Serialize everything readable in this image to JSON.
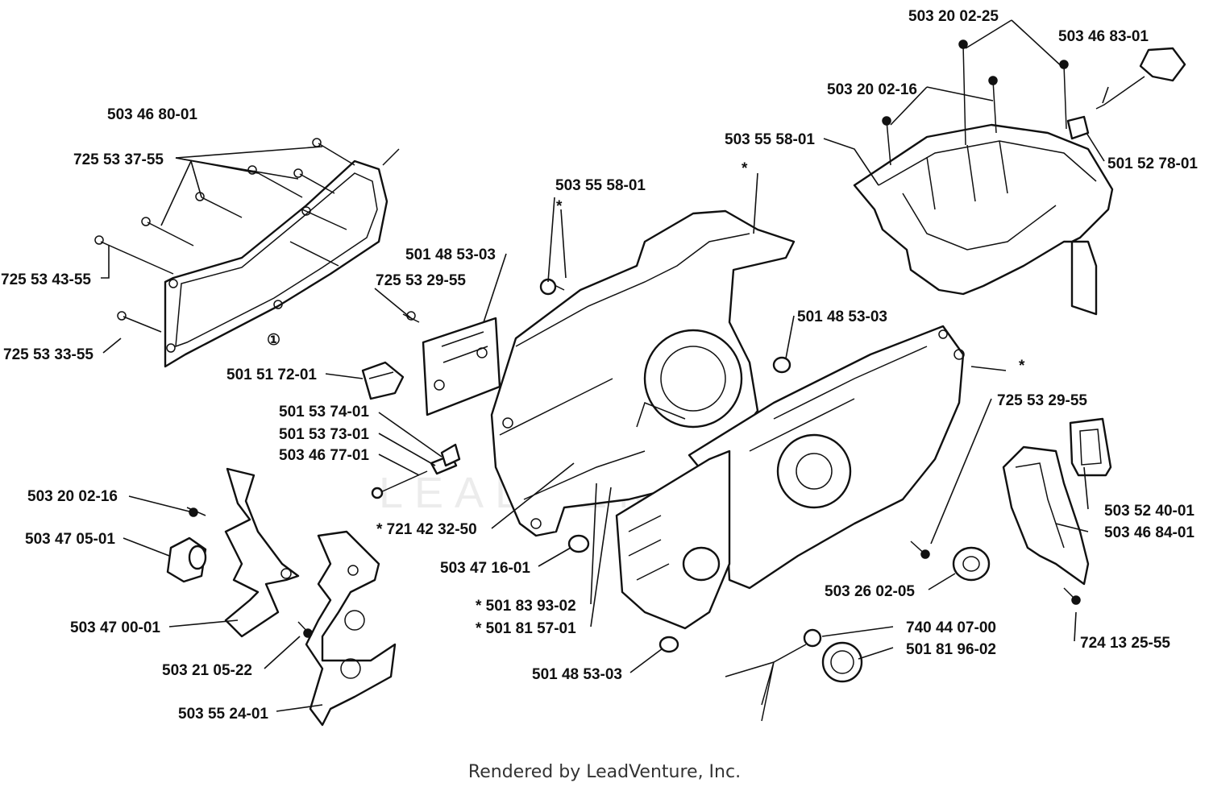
{
  "footer": "Rendered by LeadVenture, Inc.",
  "watermark": "LEADVENTURE",
  "callouts": {
    "c1": "① ",
    "c2": "*"
  },
  "labels": {
    "p50346801": "503 46 80-01",
    "p72553755": "725 53 37-55",
    "p72553434": "725 53 43-55",
    "p72553335": "725 53 33-55",
    "p50355580a": "503 55 58-01",
    "p50148530a": "501 48 53-03",
    "p72553295a": "725 53 29-55",
    "p50151721": "501 51 72-01",
    "p50153741": "501 53 74-01",
    "p50153731": "501 53 73-01",
    "p50346771": "503 46 77-01",
    "p50320016a": "503 20 02-16",
    "p50347051": "503 47 05-01",
    "p50347001": "503 47 00-01",
    "p50321052": "503 21 05-22",
    "p50355241": "503 55 24-01",
    "p72142325": "* 721 42 32-50",
    "p50347161": "503 47 16-01",
    "p50183932": "*  501 83 93-02",
    "p50181571": "*  501 81 57-01",
    "p50148530c": "501 48 53-03",
    "p50320025": "503 20 02-25",
    "p50346831": "503 46 83-01",
    "p50320016b": "503 20 02-16",
    "p50355580b": "503 55 58-01",
    "p50152781": "501 52 78-01",
    "p50148530b": "501 48 53-03",
    "p72553295b": "725 53 29-55",
    "p50352401": "503 52 40-01",
    "p50346841": "503 46 84-01",
    "p50326025": "503 26 02-05",
    "p74044070": "740 44 07-00",
    "p50181962": "501 81 96-02",
    "p72413255": "724 13 25-55"
  }
}
